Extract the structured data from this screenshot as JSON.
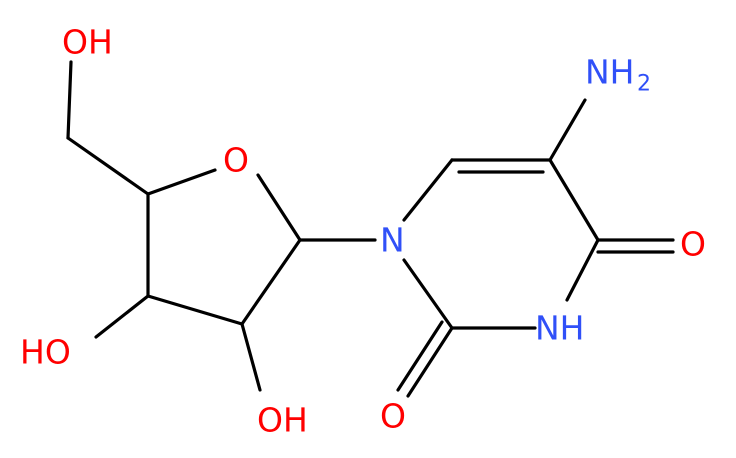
{
  "colors": {
    "bond": "#000000",
    "oxygen": "#ff0000",
    "nitrogen": "#3050f8"
  },
  "labels": {
    "oh_top": "OH",
    "o_ring": "O",
    "ho_left": "HO",
    "oh_bottom": "OH",
    "n_ring": "N",
    "o_carbonyl_right": "O",
    "nh": "NH",
    "o_carbonyl_bottom": "O",
    "nh2_main": "NH",
    "nh2_sub": "2"
  }
}
